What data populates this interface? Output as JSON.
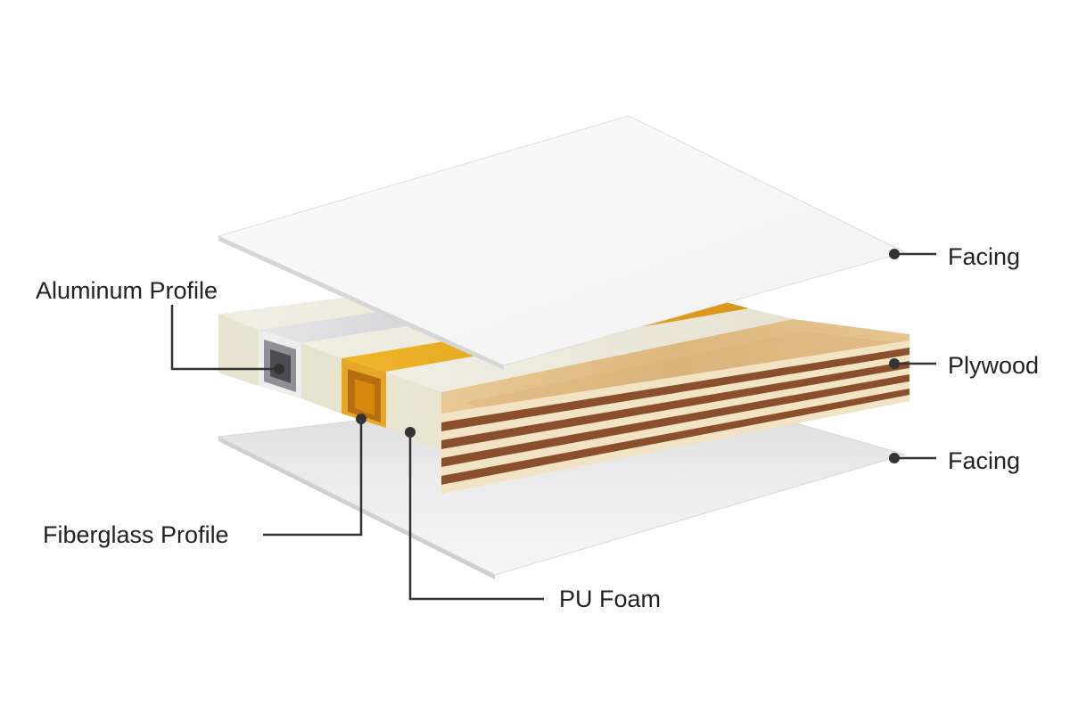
{
  "labels": {
    "facing_top": "Facing",
    "plywood": "Plywood",
    "facing_bottom": "Facing",
    "aluminum_profile": "Aluminum Profile",
    "fiberglass_profile": "Fiberglass Profile",
    "pu_foam": "PU Foam"
  },
  "colors": {
    "facing": "#f7f7f7",
    "foam": "#e9e6d6",
    "aluminum": "#c9c9cc",
    "fiberglass": "#e3a21b",
    "plywood_face": "#e0c08a",
    "plywood_dark": "#8a4f2c",
    "plywood_light": "#f1e2c2",
    "leader": "#333333"
  }
}
